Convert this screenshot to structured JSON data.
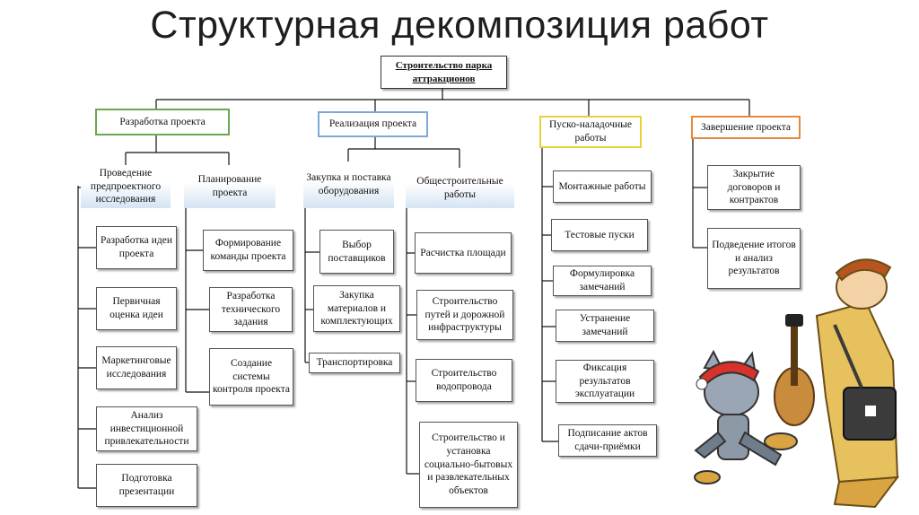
{
  "title": "Структурная декомпозиция работ",
  "root": "Строительство парка аттракционов",
  "phases": [
    {
      "label": "Разработка проекта",
      "groups": [
        {
          "label": "Проведение предпроектного исследования",
          "items": [
            "Разработка идеи проекта",
            "Первичная оценка идеи",
            "Маркетинговые исследования",
            "Анализ инвестиционной привлекательности",
            "Подготовка презентации"
          ]
        },
        {
          "label": "Планирование проекта",
          "items": [
            "Формирование команды проекта",
            "Разработка технического задания",
            "Создание системы контроля проекта"
          ]
        }
      ]
    },
    {
      "label": "Реализация проекта",
      "groups": [
        {
          "label": "Закупка и поставка оборудования",
          "items": [
            "Выбор поставщиков",
            "Закупка материалов и комплектующих",
            "Транспортировка"
          ]
        },
        {
          "label": "Общестроительные работы",
          "items": [
            "Расчистка площади",
            "Строительство путей и дорожной инфраструктуры",
            "Строительство водопровода",
            "Строительство и установка социально-бытовых и развлекательных объектов"
          ]
        }
      ]
    },
    {
      "label": "Пуско-наладочные работы",
      "items": [
        "Монтажные работы",
        "Тестовые пуски",
        "Формулировка замечаний",
        "Устранение замечаний",
        "Фиксация результатов эксплуатации",
        "Подписание актов сдачи-приёмки"
      ]
    },
    {
      "label": "Завершение проекта",
      "items": [
        "Закрытие договоров и контрактов",
        "Подведение итогов и анализ результатов"
      ]
    }
  ],
  "colors": {
    "phase1_border": "#6aa84f",
    "phase2_border": "#7fa8d8",
    "phase3_border": "#e8d23a",
    "phase4_border": "#e58a3c"
  },
  "illustration": "cartoon-cat-and-postman-icon"
}
